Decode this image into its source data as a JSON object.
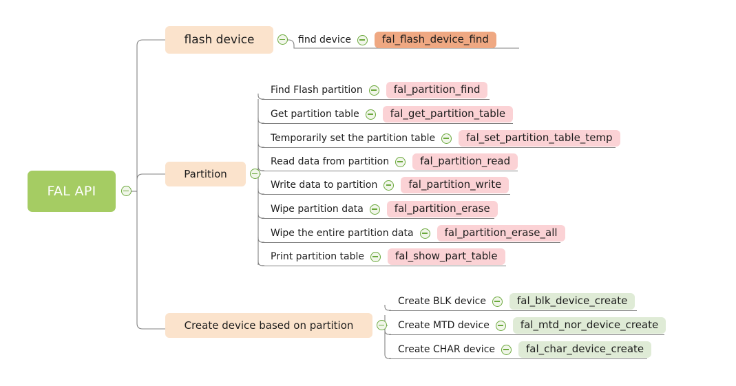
{
  "root": {
    "label": "FAL API",
    "color": "#a5cc63"
  },
  "icons": {
    "collapse": "collapse-minus-icon"
  },
  "colors": {
    "root_fill": "#a5cc63",
    "branch_fill": "#fbe3cc",
    "badge_orange": "#efa882",
    "badge_pink": "#fbd2d5",
    "badge_green": "#dfebd6",
    "connector": "#808080",
    "toggle_stroke": "#6aa83b"
  },
  "branches": [
    {
      "label": "flash device",
      "items": [
        {
          "label": "find device",
          "api": "fal_flash_device_find"
        }
      ]
    },
    {
      "label": "Partition",
      "items": [
        {
          "label": "Find Flash partition",
          "api": "fal_partition_find"
        },
        {
          "label": "Get partition table",
          "api": "fal_get_partition_table"
        },
        {
          "label": "Temporarily set the partition table",
          "api": "fal_set_partition_table_temp"
        },
        {
          "label": "Read data from partition",
          "api": "fal_partition_read"
        },
        {
          "label": "Write data to partition",
          "api": "fal_partition_write"
        },
        {
          "label": "Wipe partition data",
          "api": "fal_partition_erase"
        },
        {
          "label": "Wipe the entire partition data",
          "api": "fal_partition_erase_all"
        },
        {
          "label": "Print partition table",
          "api": "fal_show_part_table"
        }
      ]
    },
    {
      "label": "Create device based on partition",
      "items": [
        {
          "label": "Create BLK device",
          "api": "fal_blk_device_create"
        },
        {
          "label": "Create MTD device",
          "api": "fal_mtd_nor_device_create"
        },
        {
          "label": "Create CHAR device",
          "api": "fal_char_device_create"
        }
      ]
    }
  ]
}
